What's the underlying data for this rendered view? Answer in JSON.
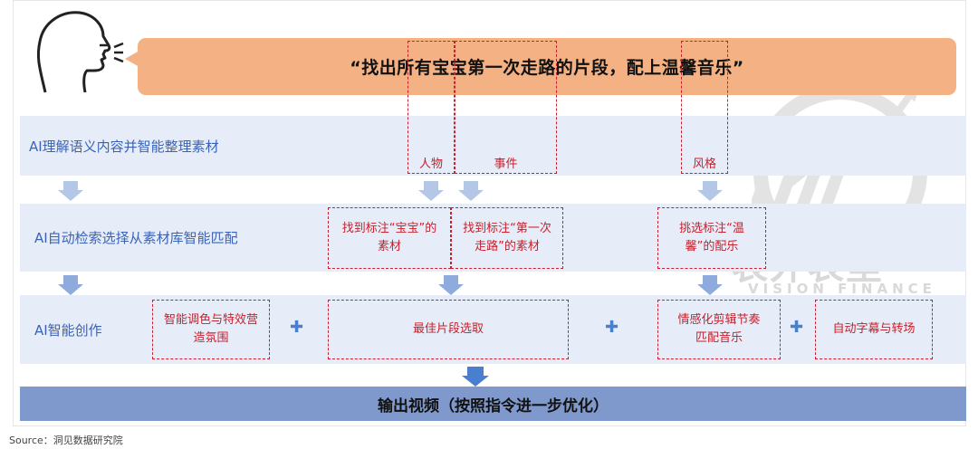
{
  "quote": "“找出所有宝宝第一次走路的片段，配上温馨音乐”",
  "rows": {
    "understand": "AI理解语义内容并智能整理素材",
    "retrieve": "AI自动检索选择从素材库智能匹配",
    "create": "AI智能创作"
  },
  "tags": {
    "person": "人物",
    "event": "事件",
    "style": "风格"
  },
  "retrieve_boxes": {
    "baby": "找到标注“宝宝”的素材",
    "walk": "找到标注“第一次走路”的素材",
    "warm": "挑选标注“温馨”的配乐"
  },
  "create_boxes": {
    "color": "智能调色与特效营造氛围",
    "best": "最佳片段选取",
    "edit": "情感化剪辑节奏匹配音乐",
    "subtitle": "自动字幕与转场"
  },
  "output": "输出视频（按照指令进一步优化）",
  "source": "Source：洞见数据研究院",
  "watermark": {
    "cn": "表外表里",
    "en": "VISION FINANCE"
  },
  "colors": {
    "orange": "#f4b183",
    "band": "#e6edf8",
    "accent_blue": "#4a7fcf",
    "dash_red": "#c8202c",
    "output_bar": "#7f99cc"
  }
}
